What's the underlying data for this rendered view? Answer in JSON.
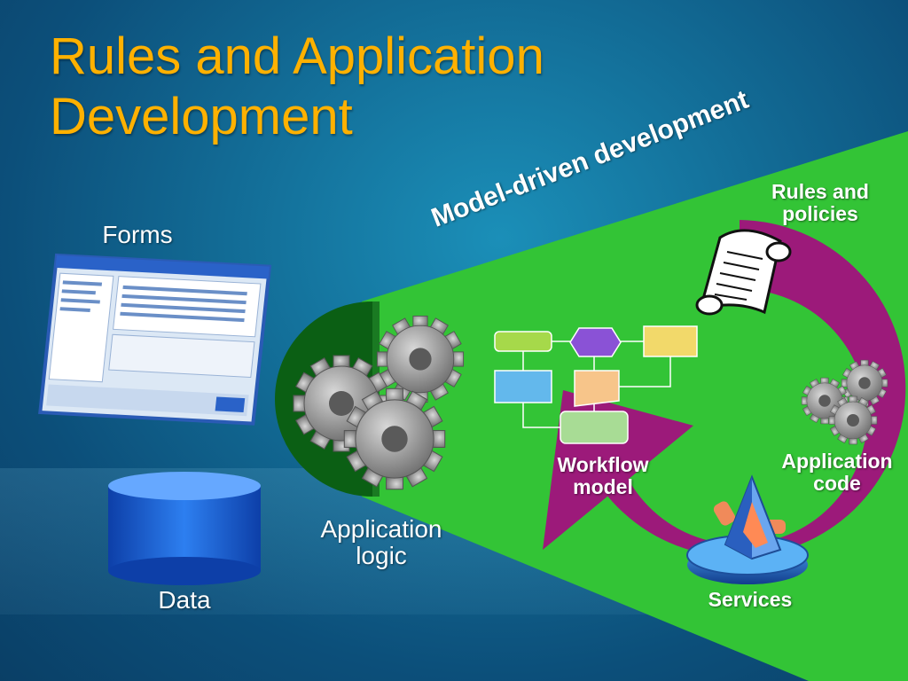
{
  "slide": {
    "title_line1": "Rules and Application",
    "title_line2": "Development"
  },
  "labels": {
    "forms": "Forms",
    "data": "Data",
    "app_logic_line1": "Application",
    "app_logic_line2": "logic",
    "model_driven": "Model-driven development",
    "rules_line1": "Rules and",
    "rules_line2": "policies",
    "workflow_line1": "Workflow",
    "workflow_line2": "model",
    "app_code_line1": "Application",
    "app_code_line2": "code",
    "services": "Services"
  },
  "colors": {
    "title": "#ffb100",
    "wedge_green": "#33c436",
    "dark_green": "#0b5f14",
    "cycle_magenta": "#9c1a7a",
    "cylinder_blue": "#1a5fd0"
  },
  "icons": [
    "forms-screenshot-icon",
    "database-cylinder-icon",
    "gears-icon",
    "scroll-icon",
    "small-gears-icon",
    "services-prism-icon"
  ]
}
